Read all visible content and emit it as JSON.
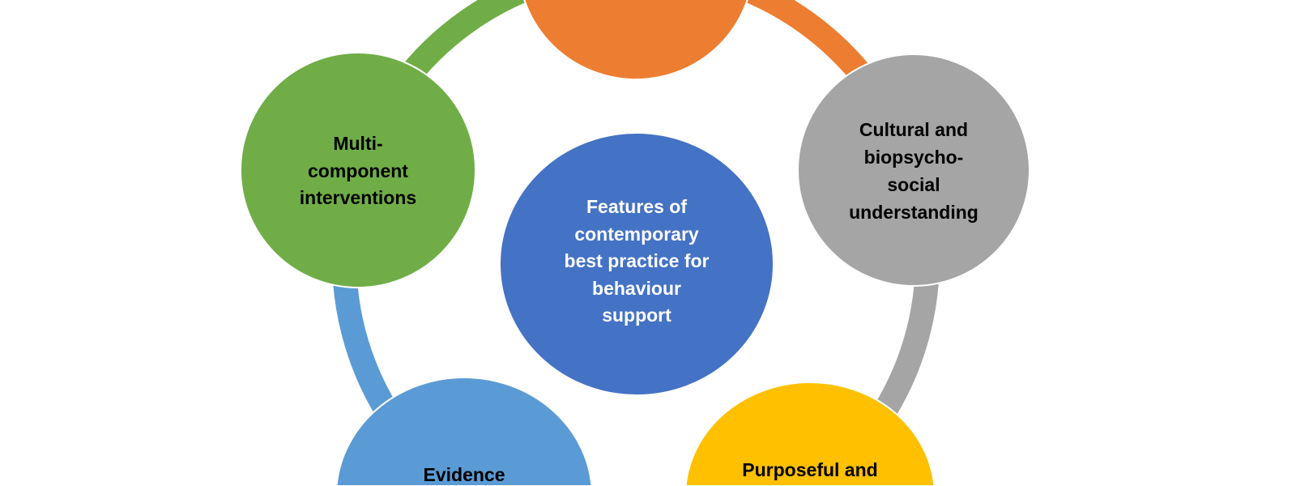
{
  "title": "Features of contemporary best practice for behaviour support",
  "center": {
    "lines": [
      "Features of",
      "contemporary",
      "best practice for",
      "behaviour",
      "support"
    ],
    "color": "#4472C4"
  },
  "nodes": [
    {
      "id": "orange",
      "color": "#ED7D31",
      "lines": []
    },
    {
      "id": "cultural",
      "color": "#A5A5A5",
      "lines": [
        "Cultural and",
        "biopsycho-",
        "social",
        "understanding"
      ]
    },
    {
      "id": "purposeful",
      "color": "#FFC000",
      "lines": [
        "Purposeful and"
      ]
    },
    {
      "id": "evidence",
      "color": "#5B9BD5",
      "lines": [
        "Evidence"
      ]
    },
    {
      "id": "multi",
      "color": "#70AD47",
      "lines": [
        "Multi-",
        "component",
        "interventions"
      ]
    }
  ]
}
